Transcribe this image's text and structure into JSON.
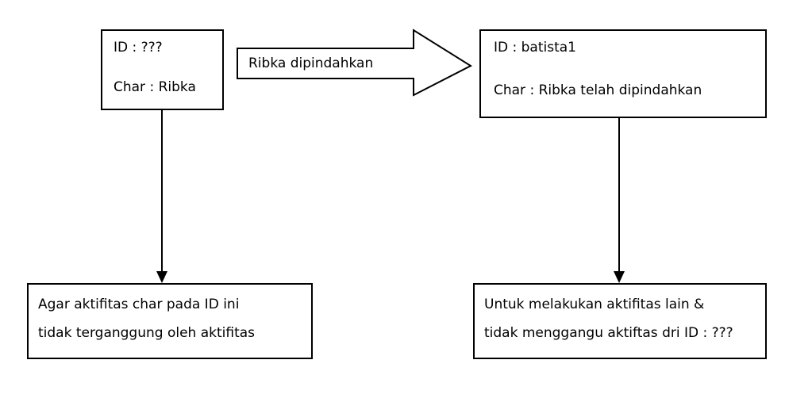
{
  "nodes": {
    "left_top": {
      "id_line": "ID : ???",
      "char_line": "Char : Ribka"
    },
    "right_top": {
      "id_line": "ID : batista1",
      "char_line": "Char : Ribka telah dipindahkan"
    },
    "left_bottom": {
      "line1": "Agar aktifitas char pada ID ini",
      "line2": "tidak terganggung oleh aktifitas"
    },
    "right_bottom": {
      "line1": "Untuk melakukan aktifitas lain &",
      "line2": "tidak menggangu aktiftas dri ID : ???"
    }
  },
  "edges": {
    "transfer_label": "Ribka dipindahkan"
  }
}
